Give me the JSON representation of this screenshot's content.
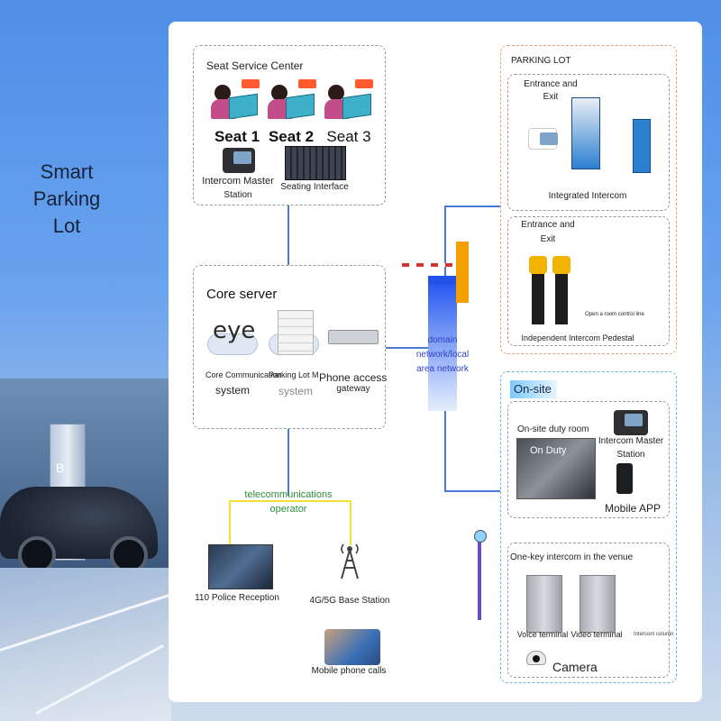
{
  "title": {
    "line1": "Smart",
    "line2": "Parking",
    "line3": "Lot"
  },
  "seat_center": {
    "title": "Seat Service Center",
    "seats": [
      "Seat 1",
      "Seat 2",
      "Seat 3"
    ],
    "master_line1": "Intercom Master",
    "master_line2": "Station",
    "interface": "Seating Interface"
  },
  "core": {
    "title": "Core server",
    "eye_logo": "eye",
    "comm_label": "Core Communication",
    "comm_system": "system",
    "pl_label": "Parking Lot Management",
    "pl_system": "system",
    "phone_label": "Phone access",
    "phone_gateway": "gateway"
  },
  "network": {
    "line1": "domain",
    "line2": "network/local",
    "line3": "area network"
  },
  "telecom": {
    "line1": "telecommunications",
    "line2": "operator"
  },
  "police": "110 Police Reception",
  "base_station": "4G/5G Base Station",
  "mobile_calls": "Mobile phone calls",
  "parking": {
    "title": "PARKING LOT",
    "entrance_a_line1": "Entrance and",
    "entrance_a_line2": "Exit",
    "integrated": "Integrated Intercom",
    "entrance_b_line1": "Entrance and",
    "entrance_b_line2": "Exit",
    "room_control": "Open a room control line",
    "pedestal": "Independent Intercom Pedestal"
  },
  "onsite": {
    "title": "On-site",
    "duty_room": "On-site duty room",
    "on_duty": "On Duty",
    "master_line1": "Intercom Master",
    "master_line2": "Station",
    "app": "Mobile APP",
    "venue": "One-key intercom in the venue",
    "voice": "Voice terminal",
    "video": "Video terminal",
    "column": "Intercom column",
    "camera": "Camera"
  },
  "colors": {
    "network": "#4a78d8",
    "telecom": "#f2e233",
    "accent": "#2451e8"
  }
}
